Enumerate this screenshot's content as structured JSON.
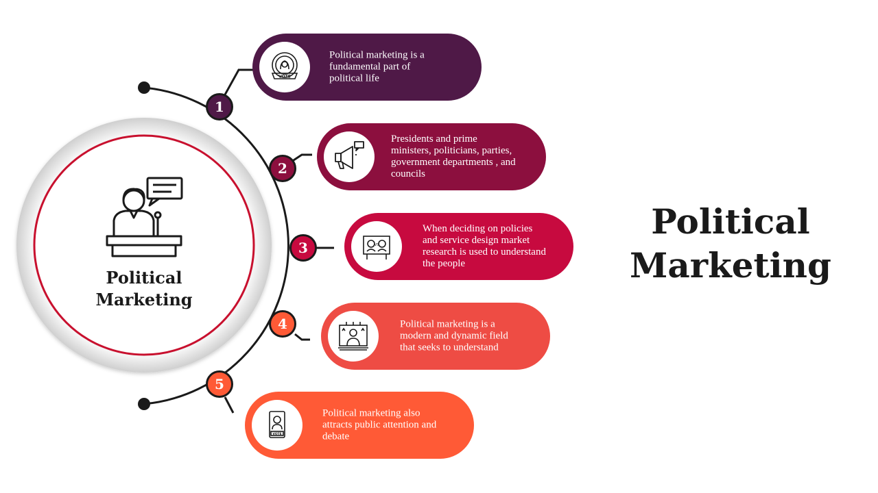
{
  "title": "Political Marketing",
  "center_label": "Political Marketing",
  "colors": {
    "step1": "#4f1947",
    "step2": "#8c0f3e",
    "step3": "#c70a3f",
    "step4": "#ee4c44",
    "step5": "#ff5a36",
    "ring": "#c8102e"
  },
  "steps": [
    {
      "number": "1",
      "text": "Political marketing is a fundamental part of political life",
      "icon": "vote-badge-icon"
    },
    {
      "number": "2",
      "text": "Presidents and prime ministers, politicians, parties, government departments , and councils",
      "icon": "megaphone-icon"
    },
    {
      "number": "3",
      "text": "When deciding on policies and service design market research is used to understand the people",
      "icon": "versus-board-icon"
    },
    {
      "number": "4",
      "text": "Political marketing is a modern and dynamic field that seeks to understand",
      "icon": "candidate-billboard-icon"
    },
    {
      "number": "5",
      "text": "Political marketing also attracts public attention and debate",
      "icon": "vote-card-icon"
    }
  ],
  "center_icon": "speaker-podium-icon"
}
